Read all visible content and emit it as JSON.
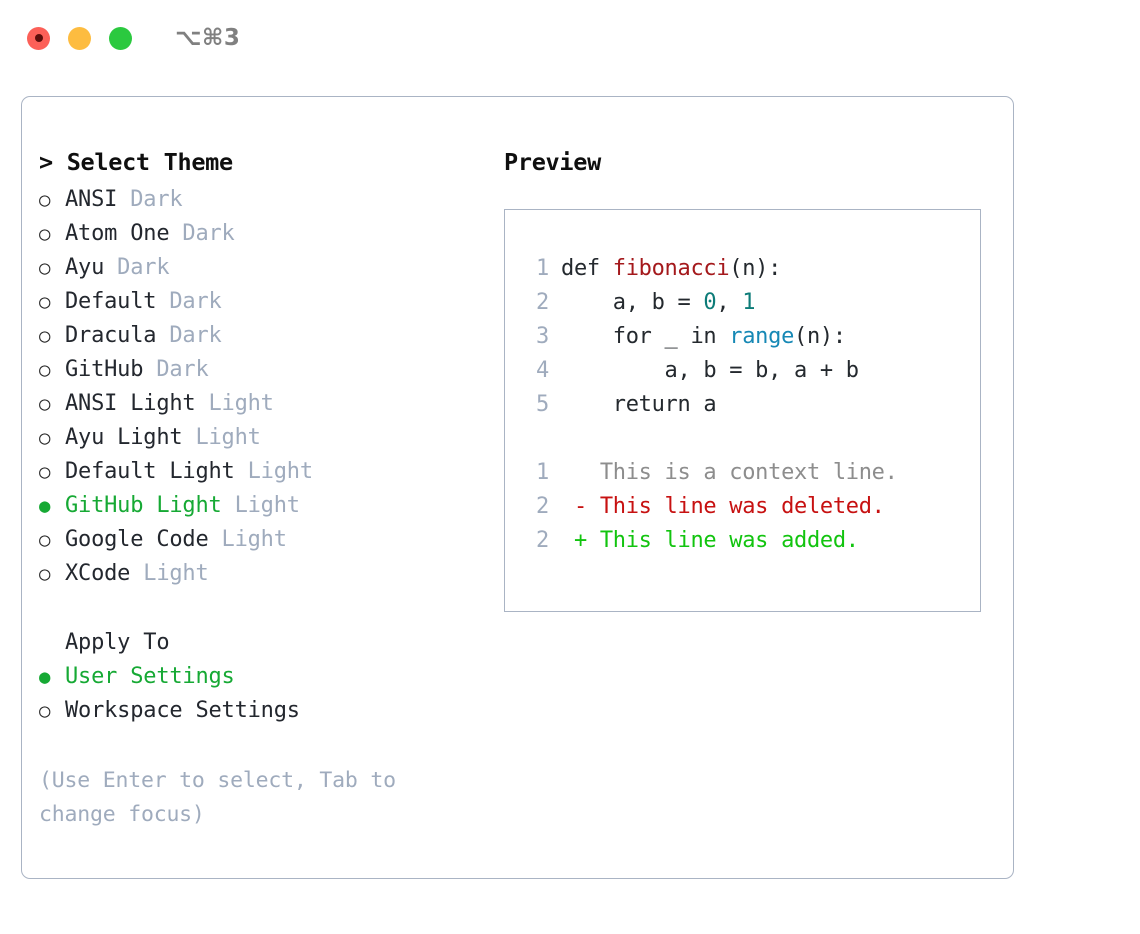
{
  "titlebar": {
    "shortcut": "⌥⌘3",
    "lights": [
      {
        "name": "close",
        "color": "#fc6058"
      },
      {
        "name": "minimize",
        "color": "#fdbc40"
      },
      {
        "name": "maximize",
        "color": "#2bc93f"
      }
    ]
  },
  "theme_panel": {
    "heading": "> Select Theme",
    "selected_marker": "●",
    "unselected_marker": "○",
    "items": [
      {
        "label": "ANSI",
        "suffix": " Dark",
        "selected": false
      },
      {
        "label": "Atom One",
        "suffix": " Dark",
        "selected": false
      },
      {
        "label": "Ayu",
        "suffix": " Dark",
        "selected": false
      },
      {
        "label": "Default",
        "suffix": " Dark",
        "selected": false
      },
      {
        "label": "Dracula",
        "suffix": " Dark",
        "selected": false
      },
      {
        "label": "GitHub",
        "suffix": " Dark",
        "selected": false
      },
      {
        "label": "ANSI Light",
        "suffix": " Light",
        "selected": false
      },
      {
        "label": "Ayu Light",
        "suffix": " Light",
        "selected": false
      },
      {
        "label": "Default Light",
        "suffix": " Light",
        "selected": false
      },
      {
        "label": "GitHub Light",
        "suffix": " Light",
        "selected": true
      },
      {
        "label": "Google Code",
        "suffix": " Light",
        "selected": false
      },
      {
        "label": "XCode",
        "suffix": " Light",
        "selected": false
      }
    ]
  },
  "apply_to": {
    "heading": "Apply To",
    "items": [
      {
        "label": "User Settings",
        "selected": true
      },
      {
        "label": "Workspace Settings",
        "selected": false
      }
    ]
  },
  "hint": "(Use Enter to select, Tab to change focus)",
  "preview": {
    "heading": "Preview",
    "code_lines": [
      {
        "lineno": "1",
        "spans": [
          {
            "text": "def ",
            "cls": "code-text"
          },
          {
            "text": "fibonacci",
            "cls": "tok-fn"
          },
          {
            "text": "(n):",
            "cls": "code-text"
          }
        ]
      },
      {
        "lineno": "2",
        "spans": [
          {
            "text": "    a, b = ",
            "cls": "code-text"
          },
          {
            "text": "0",
            "cls": "tok-num"
          },
          {
            "text": ", ",
            "cls": "code-text"
          },
          {
            "text": "1",
            "cls": "tok-num"
          }
        ]
      },
      {
        "lineno": "3",
        "spans": [
          {
            "text": "    for _ in ",
            "cls": "code-text"
          },
          {
            "text": "range",
            "cls": "tok-call"
          },
          {
            "text": "(n):",
            "cls": "code-text"
          }
        ]
      },
      {
        "lineno": "4",
        "spans": [
          {
            "text": "        a, b = b, a + b",
            "cls": "code-text"
          }
        ]
      },
      {
        "lineno": "5",
        "spans": [
          {
            "text": "    return a",
            "cls": "code-text"
          }
        ]
      }
    ],
    "diff_lines": [
      {
        "lineno": "1",
        "text": "   This is a context line.",
        "cls": "diff-ctx"
      },
      {
        "lineno": "2",
        "text": " - This line was deleted.",
        "cls": "diff-del"
      },
      {
        "lineno": "2",
        "text": " + This line was added.",
        "cls": "diff-add"
      }
    ]
  },
  "colors": {
    "accent_green": "#16a934",
    "muted": "#9fabbd",
    "border": "#aab4c4",
    "text": "#23272e",
    "diff_add": "#12c40f",
    "diff_del": "#c71111"
  }
}
